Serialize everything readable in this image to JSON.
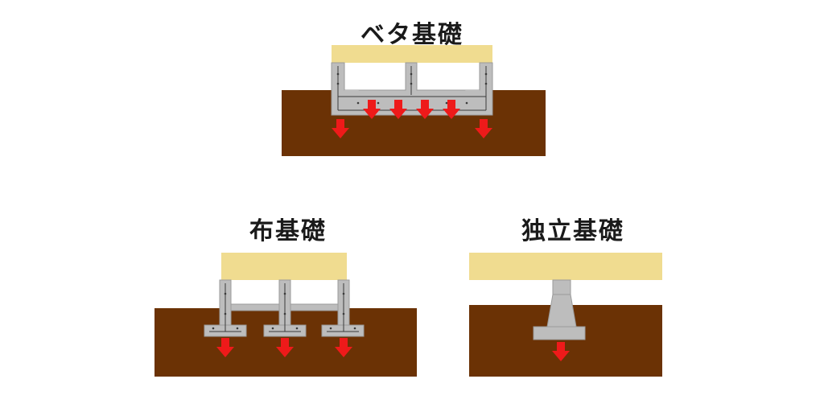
{
  "diagrams": [
    {
      "id": "beta",
      "title": "ベタ基礎"
    },
    {
      "id": "nuno",
      "title": "布基礎"
    },
    {
      "id": "dokuritsu",
      "title": "独立基礎"
    }
  ],
  "colors": {
    "ground": "#6b3205",
    "building": "#f0dc90",
    "concrete": "#bdbdbd",
    "concrete_edge": "#9a9a9a",
    "rebar": "#3a3a3a",
    "arrow": "#ee1a1a"
  }
}
